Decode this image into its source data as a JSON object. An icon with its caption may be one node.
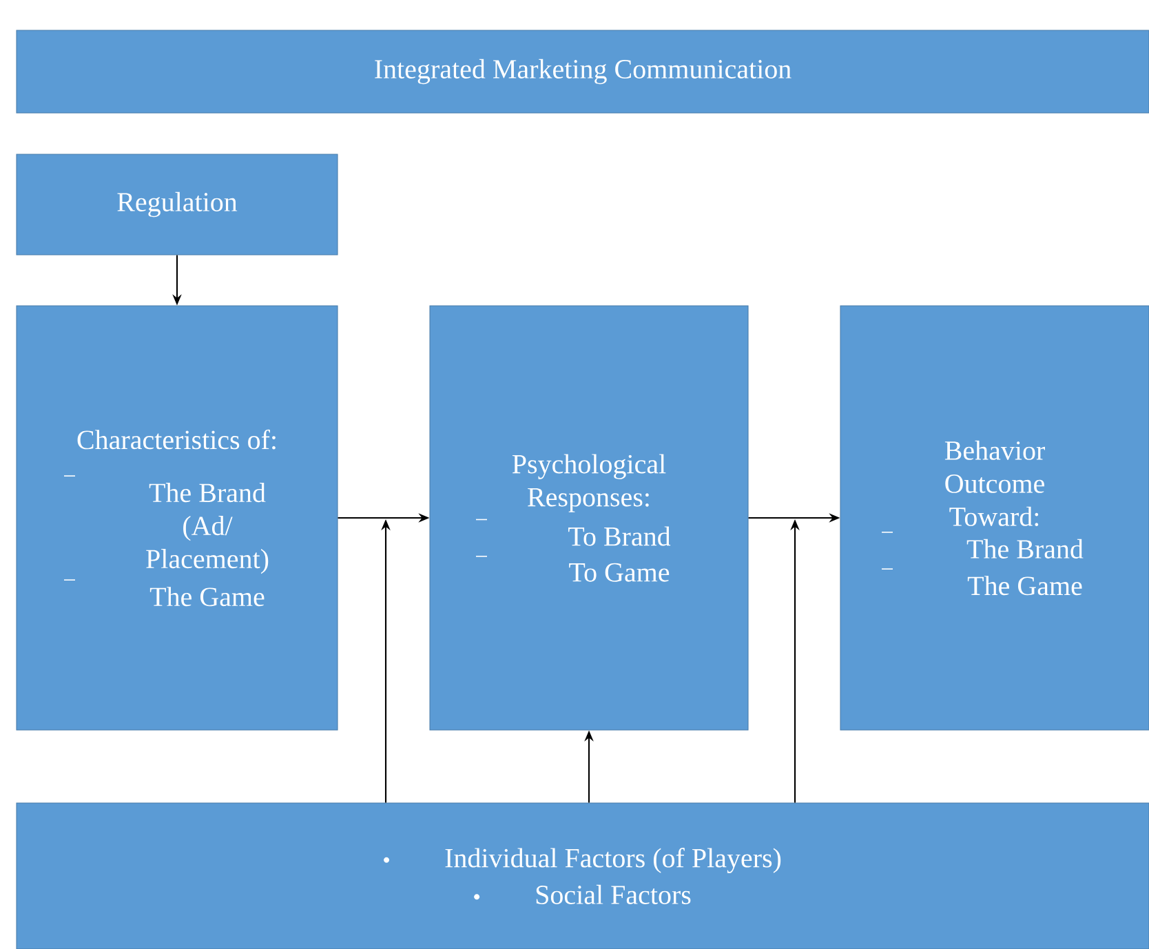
{
  "diagram": {
    "nodes": [
      {
        "text": [
          "Integrated Marketing Communication"
        ]
      },
      {
        "text": [
          "Regulation"
        ]
      },
      {
        "text": [
          "Characteristics of:",
          "The Brand (Ad/ Placement)",
          "The Game"
        ]
      },
      {
        "text": [
          "Psychological Responses:",
          "To Brand",
          "To Game"
        ]
      },
      {
        "text": [
          "Behavior Outcome Toward:",
          "The Brand",
          "The Game"
        ]
      },
      {
        "text": [
          "Individual Factors (of Players)",
          "Social Factors"
        ]
      }
    ],
    "edges": [
      {
        "from": 1,
        "to": 2,
        "arrow": "to"
      },
      {
        "from": 2,
        "to": 3,
        "arrow": "to"
      },
      {
        "from": 3,
        "to": 4,
        "arrow": "to"
      },
      {
        "from": 5,
        "to": null,
        "arrow": "to"
      },
      {
        "from": 5,
        "to": 3,
        "arrow": "to"
      },
      {
        "from": 5,
        "to": null,
        "arrow": "to"
      }
    ]
  }
}
